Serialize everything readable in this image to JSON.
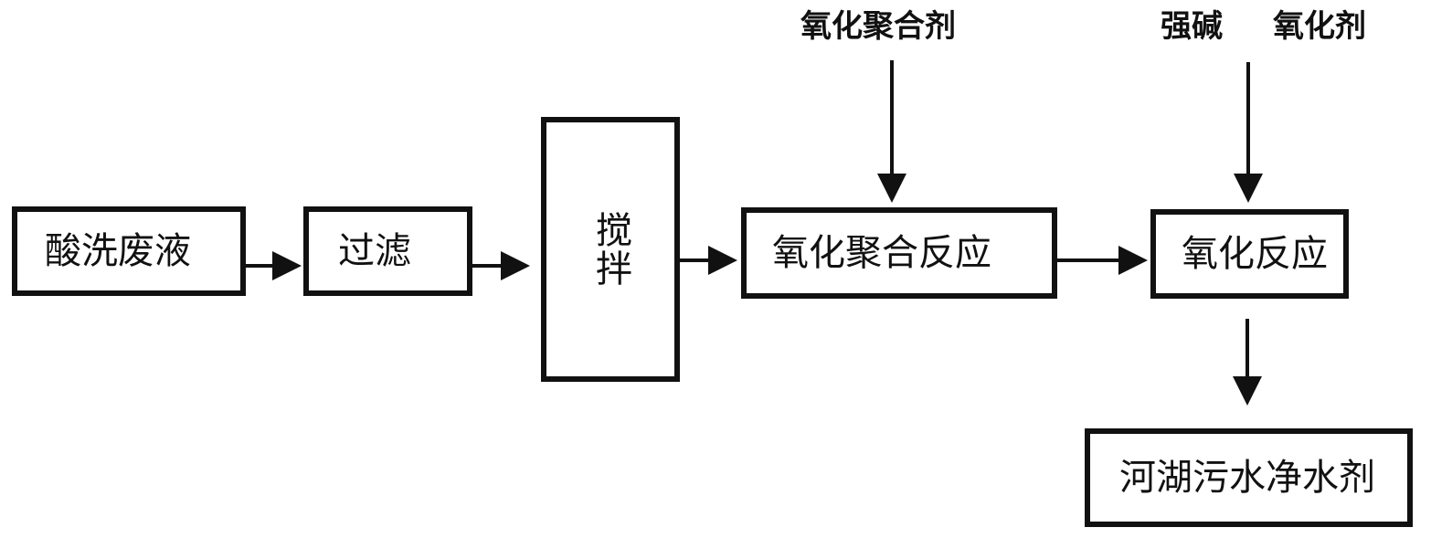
{
  "flow": {
    "pickling_waste": "酸洗废液",
    "filtration": "过滤",
    "stirring": "搅拌",
    "oxidative_polymerization": "氧化聚合反应",
    "oxidation": "氧化反应",
    "product": "河湖污水净水剂"
  },
  "inputs": {
    "oxidative_polymerizer": "氧化聚合剂",
    "strong_base": "强碱",
    "oxidant": "氧化剂"
  },
  "colors": {
    "stroke": "#111111",
    "background": "#ffffff"
  }
}
